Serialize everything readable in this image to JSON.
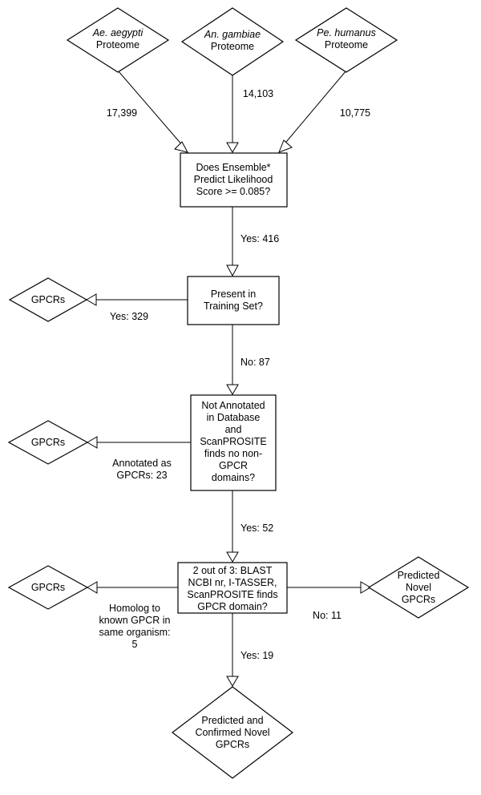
{
  "proteomes": [
    {
      "species": "Ae. aegypti",
      "label": "Proteome",
      "count": "17,399"
    },
    {
      "species": "An. gambiae",
      "label": "Proteome",
      "count": "14,103"
    },
    {
      "species": "Pe. humanus",
      "label": "Proteome",
      "count": "10,775"
    }
  ],
  "steps": {
    "ensemble": [
      "Does Ensemble*",
      "Predict Likelihood",
      "Score >= 0.085?"
    ],
    "training": [
      "Present in",
      "Training Set?"
    ],
    "annotated": [
      "Not Annotated",
      "in Database",
      "and",
      "ScanPROSITE",
      "finds no non-",
      "GPCR",
      "domains?"
    ],
    "two_of_three": [
      "2 out of 3: BLAST",
      "NCBI nr, I-TASSER,",
      "ScanPROSITE finds",
      "GPCR domain?"
    ]
  },
  "outcomes": {
    "gpcrs_1": [
      "GPCRs"
    ],
    "gpcrs_2": [
      "GPCRs"
    ],
    "gpcrs_3": [
      "GPCRs"
    ],
    "predicted_novel": [
      "Predicted",
      "Novel",
      "GPCRs"
    ],
    "confirmed_novel": [
      "Predicted and",
      "Confirmed Novel",
      "GPCRs"
    ]
  },
  "edge_labels": {
    "ensemble_yes": [
      "Yes: 416"
    ],
    "training_yes": [
      "Yes: 329"
    ],
    "training_no": [
      "No: 87"
    ],
    "annotated_as": [
      "Annotated as",
      "GPCRs: 23"
    ],
    "annotated_yes": [
      "Yes: 52"
    ],
    "homolog": [
      "Homolog to",
      "known GPCR in",
      "same organism:",
      "5"
    ],
    "two_no": [
      "No: 11"
    ],
    "two_yes": [
      "Yes: 19"
    ]
  }
}
